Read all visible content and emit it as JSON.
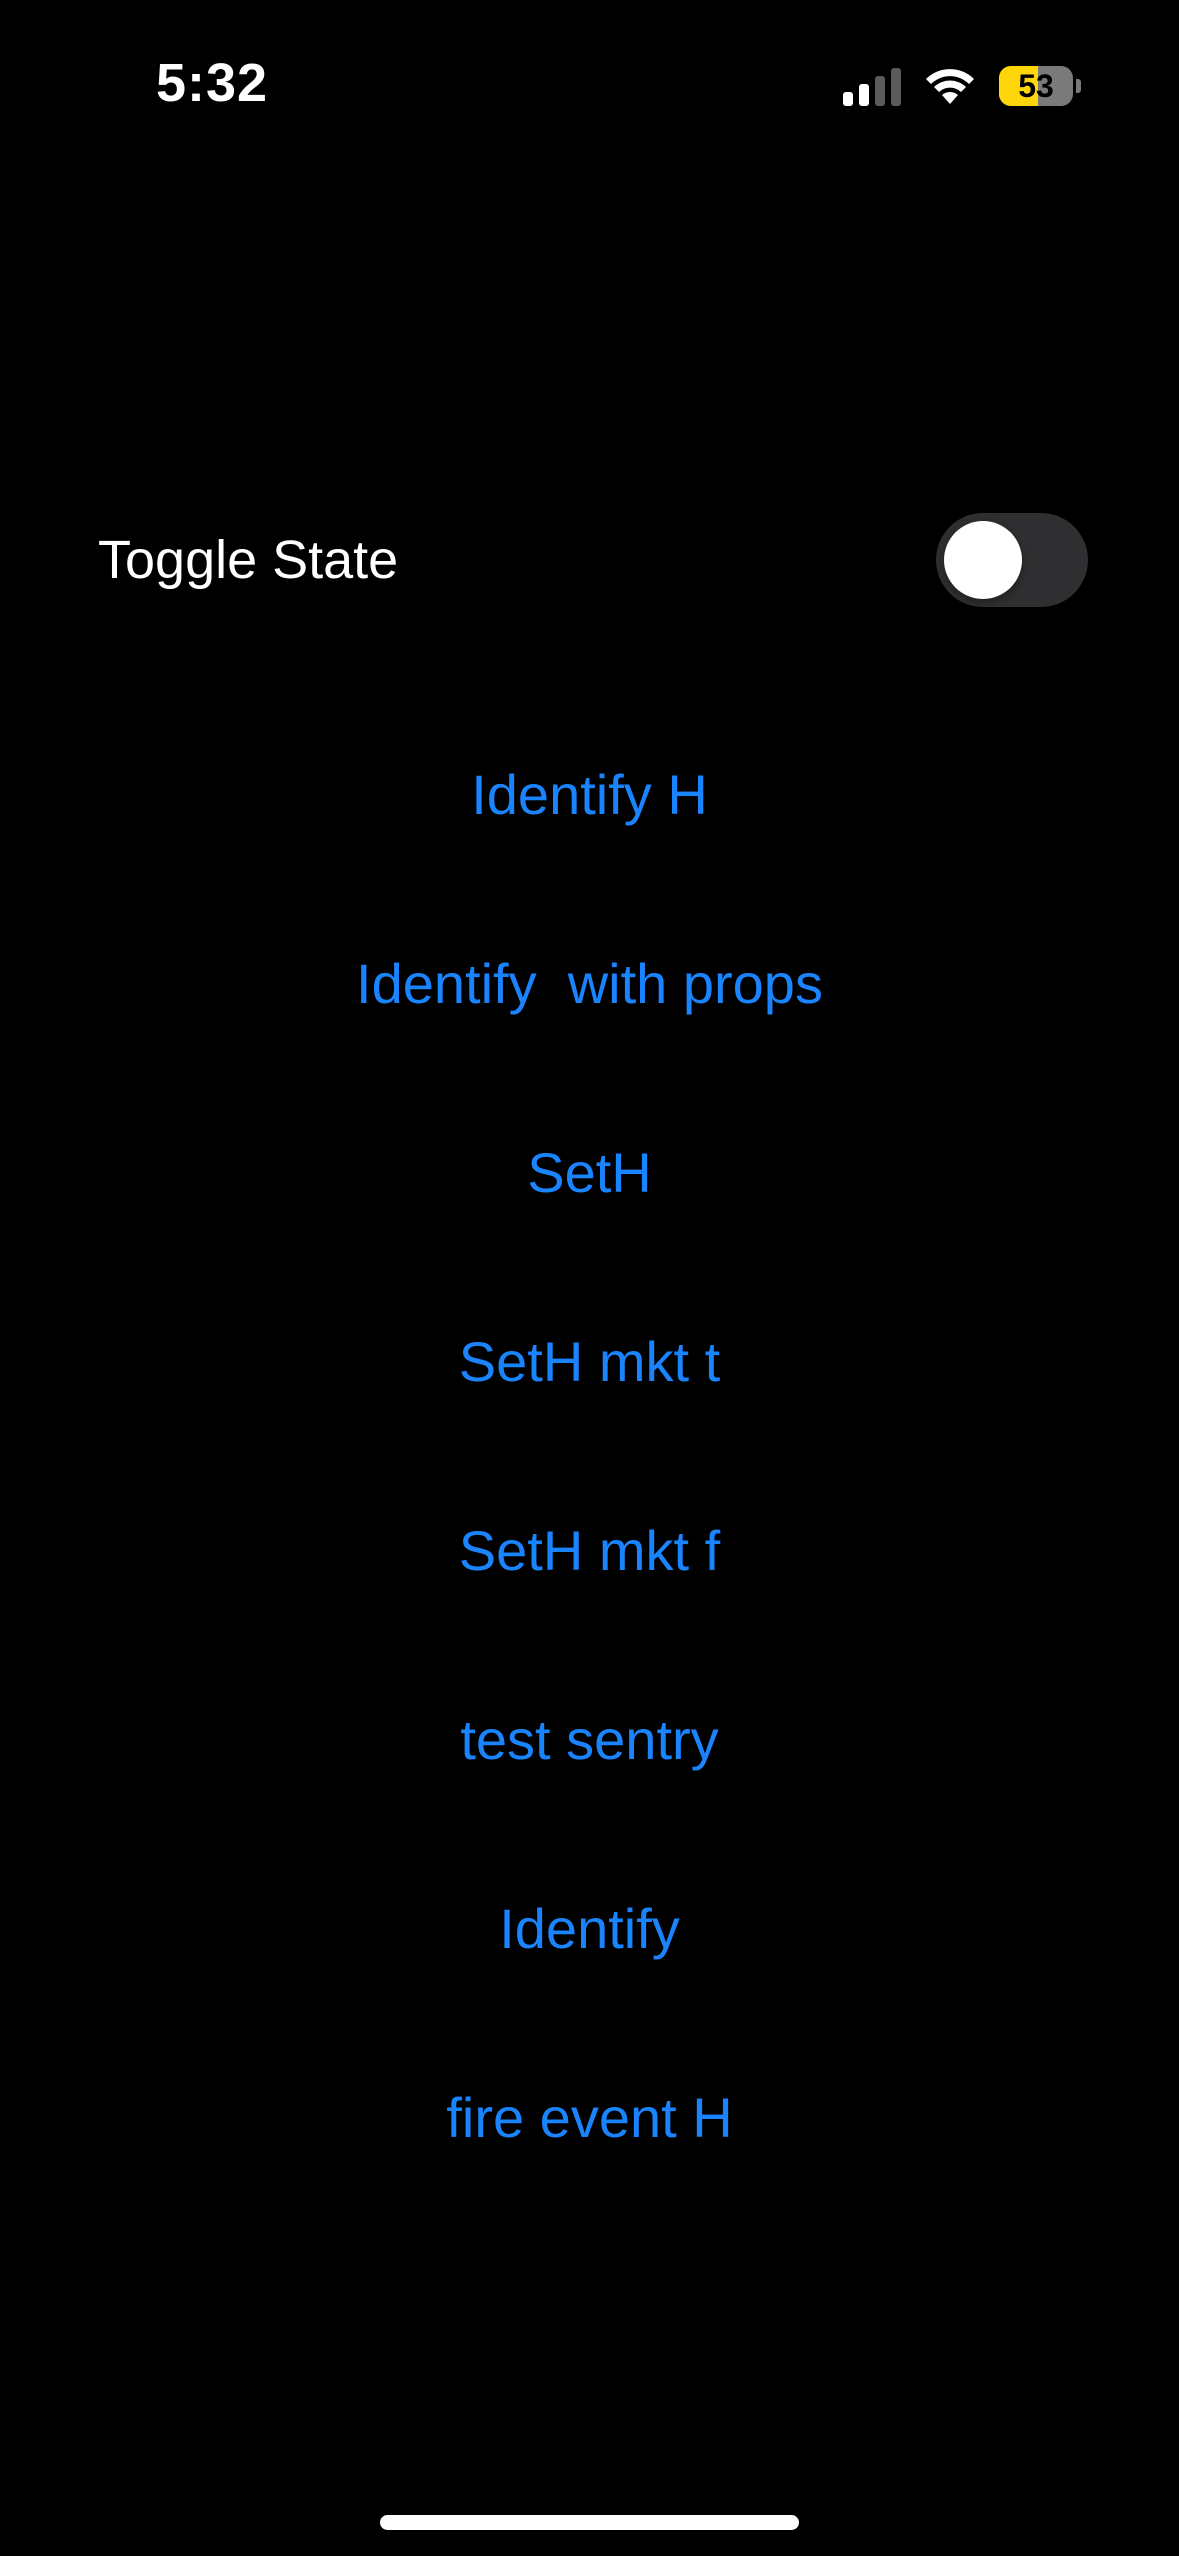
{
  "status_bar": {
    "time": "5:32",
    "battery_level": "53",
    "battery_fraction": 0.53,
    "signal_bars_active": 2,
    "signal_bars_total": 4
  },
  "toggle": {
    "label": "Toggle State",
    "on": false
  },
  "actions": [
    {
      "label": "Identify H"
    },
    {
      "label": "Identify  with props"
    },
    {
      "label": "SetH"
    },
    {
      "label": "SetH mkt t"
    },
    {
      "label": "SetH mkt f"
    },
    {
      "label": "test sentry"
    },
    {
      "label": "Identify"
    },
    {
      "label": "fire event H"
    }
  ],
  "colors": {
    "accent": "#1a84ff",
    "background": "#000000",
    "battery": "#ffd60a",
    "switch_track_off": "#2f2f31"
  }
}
